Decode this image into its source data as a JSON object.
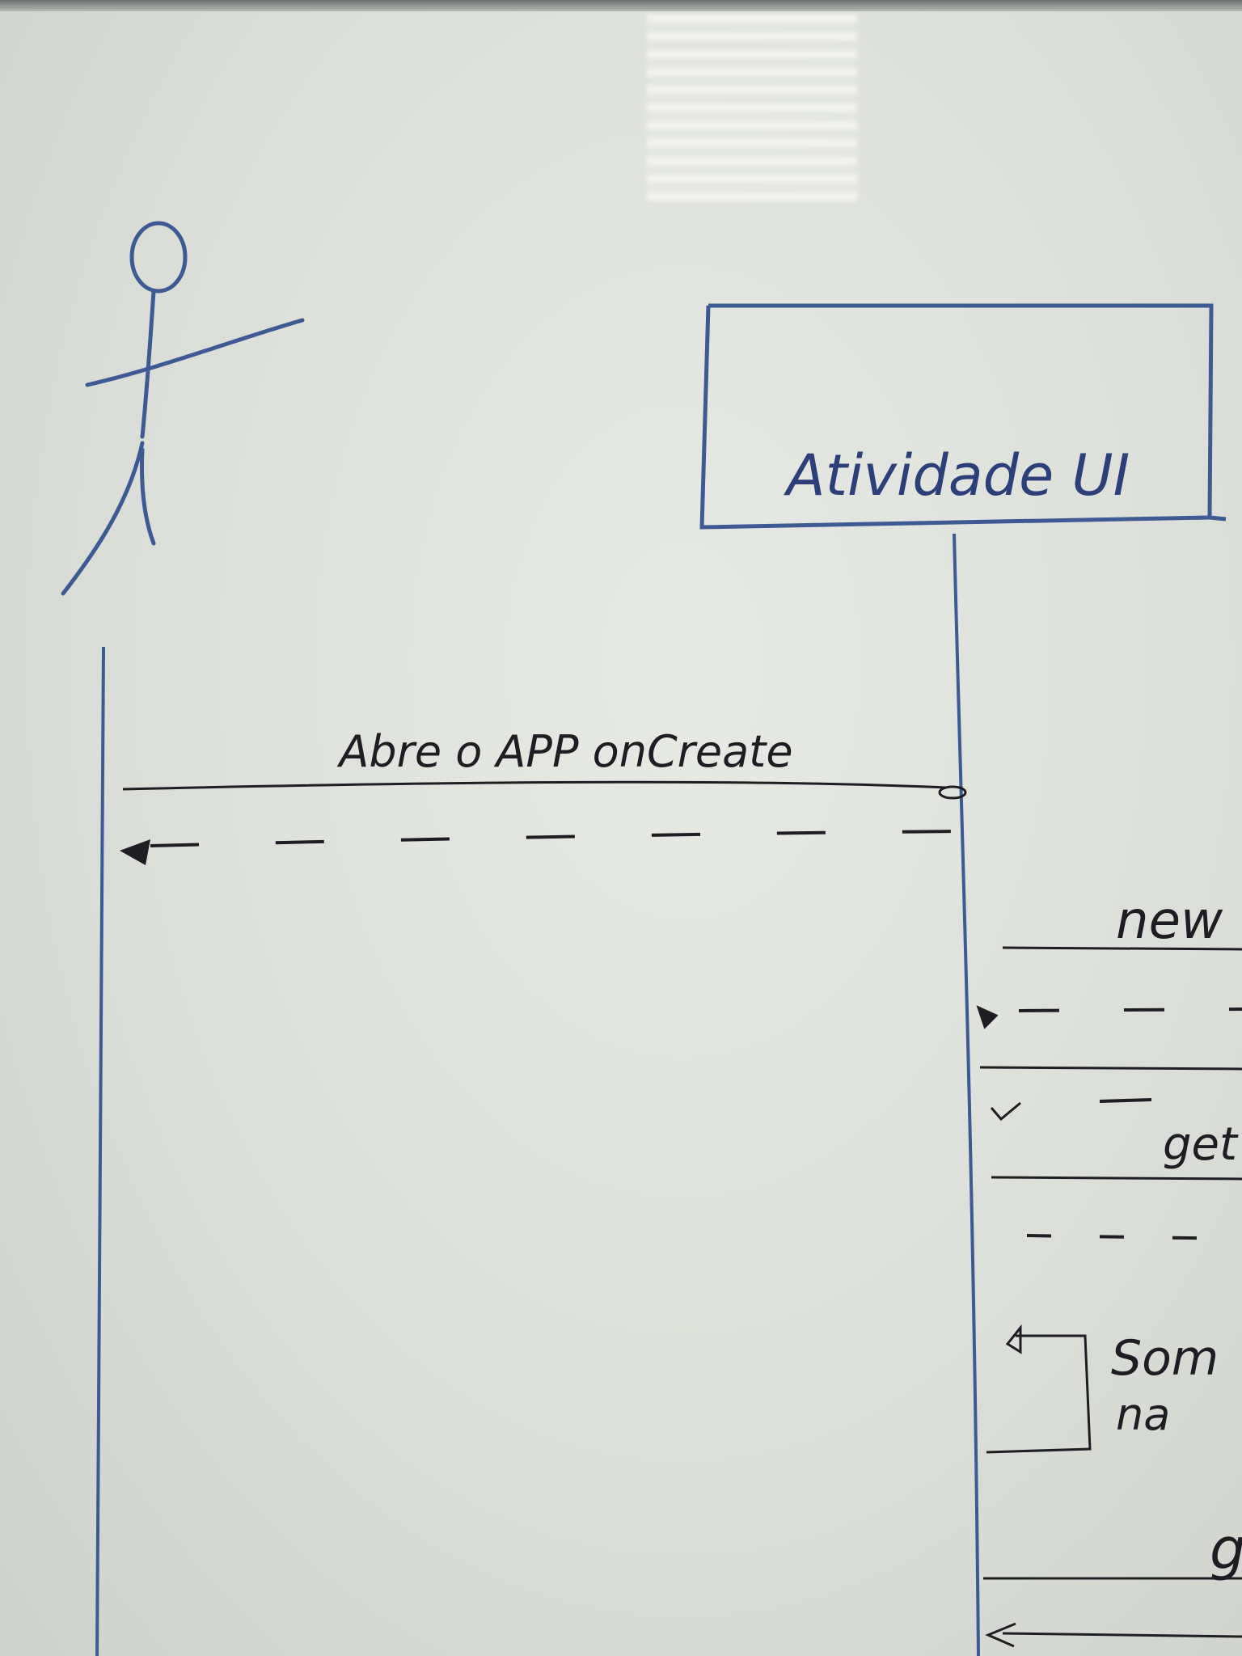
{
  "diagram": {
    "type": "sequence-diagram",
    "medium": "whiteboard-photo",
    "participants": [
      {
        "id": "actor",
        "kind": "stick-figure",
        "label": ""
      },
      {
        "id": "atividade-ui",
        "kind": "box",
        "label": "Atividade UI"
      }
    ],
    "messages": [
      {
        "label": "Abre o APP onCreate",
        "from": "actor",
        "to": "atividade-ui",
        "style": "solid"
      },
      {
        "label": "",
        "from": "atividade-ui",
        "to": "actor",
        "style": "dashed-return"
      }
    ],
    "partial_labels_right_edge": [
      "new",
      "get",
      "Som",
      "na",
      "g"
    ]
  },
  "colors": {
    "board": "#dfe1dc",
    "blue_marker": "#3d5a92",
    "black_marker": "#1e1e22"
  }
}
